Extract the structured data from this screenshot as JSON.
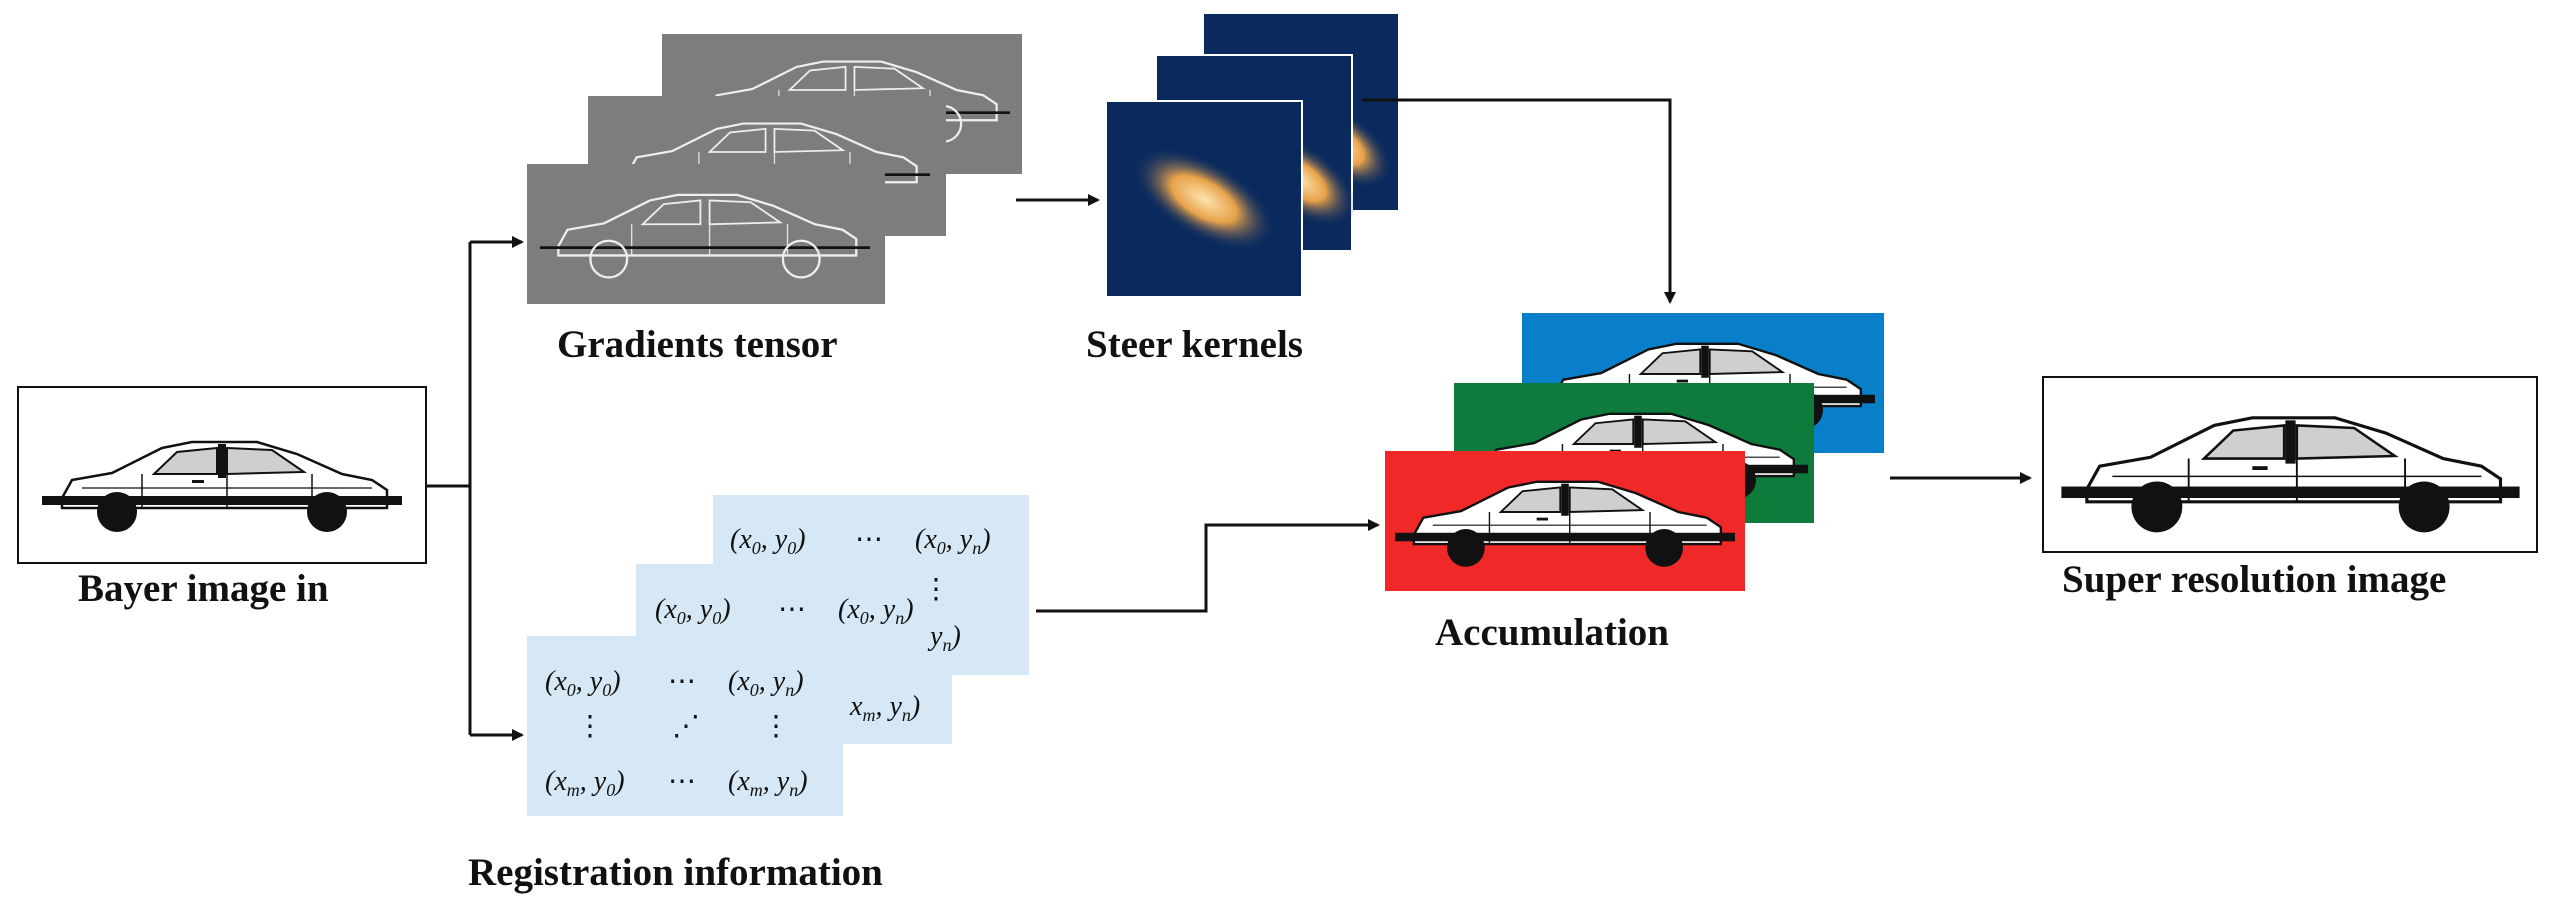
{
  "labels": {
    "bayer": "Bayer image in",
    "gradients": "Gradients tensor",
    "steer": "Steer kernels",
    "registration": "Registration information",
    "accumulation": "Accumulation",
    "super": "Super resolution image"
  },
  "matrix": {
    "x0y0": "(x₀, y₀)",
    "x0yn": "(x₀, yₙ)",
    "xmy0": "(xₘ, y₀)",
    "xmyn": "(xₘ, yₙ)",
    "hdots": "⋯",
    "vdots": "⋮",
    "ddots": "⋰"
  },
  "colors": {
    "gradient_gray": "#7d7d7d",
    "kernel_navy": "#0a2a5e",
    "kernel_glow": "#f0b060",
    "reg_blue": "#d6e8f5",
    "acc_blue": "#0a7fc9",
    "acc_green": "#0e7a3c",
    "acc_red": "#f02828"
  }
}
